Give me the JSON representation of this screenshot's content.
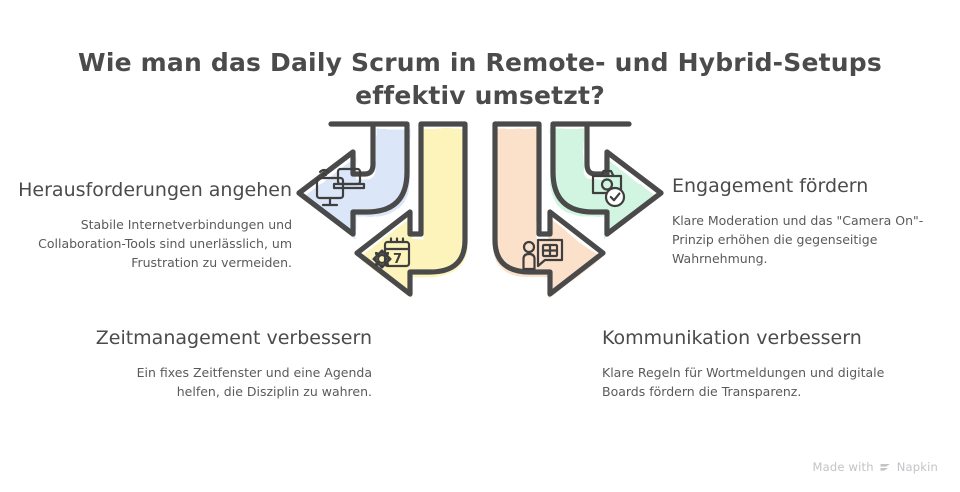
{
  "page": {
    "background": "#ffffff",
    "title": "Wie man das Daily Scrum in Remote- und Hybrid-Setups effektiv umsetzt?"
  },
  "palette": {
    "stroke": "#4a4a4a",
    "text_heading": "#4b4b4b",
    "text_body": "#5a5a5a",
    "blue": "#dbe6f8",
    "yellow": "#fdf4bc",
    "peach": "#fce1ca",
    "green": "#d2f5e1",
    "watermark": "#c3c3c8"
  },
  "blocks": [
    {
      "key": "challenges",
      "heading": "Herausforderungen angehen",
      "body": "Stabile Internetverbindungen und Collaboration-Tools sind unerlässlich, um Frustration zu vermeiden.",
      "align": "right",
      "arrow_color": "#dbe6f8",
      "icon": "monitor-wifi-laptop-icon"
    },
    {
      "key": "time",
      "heading": "Zeitmanagement verbessern",
      "body": "Ein fixes Zeitfenster und eine Agenda helfen, die Disziplin zu wahren.",
      "align": "right",
      "arrow_color": "#fdf4bc",
      "icon": "calendar-gear-icon"
    },
    {
      "key": "engagement",
      "heading": "Engagement fördern",
      "body": "Klare Moderation und das \"Camera On\"-Prinzip erhöhen die gegenseitige Wahrnehmung.",
      "align": "left",
      "arrow_color": "#d2f5e1",
      "icon": "camera-check-icon"
    },
    {
      "key": "communication",
      "heading": "Kommunikation verbessern",
      "body": "Klare Regeln für Wortmeldungen und digitale Boards fördern die Transparenz.",
      "align": "left",
      "arrow_color": "#fce1ca",
      "icon": "person-speech-board-icon"
    }
  ],
  "watermark": {
    "text_before": "Made with",
    "text_after": "Napkin",
    "logo": "napkin-logo-icon"
  }
}
